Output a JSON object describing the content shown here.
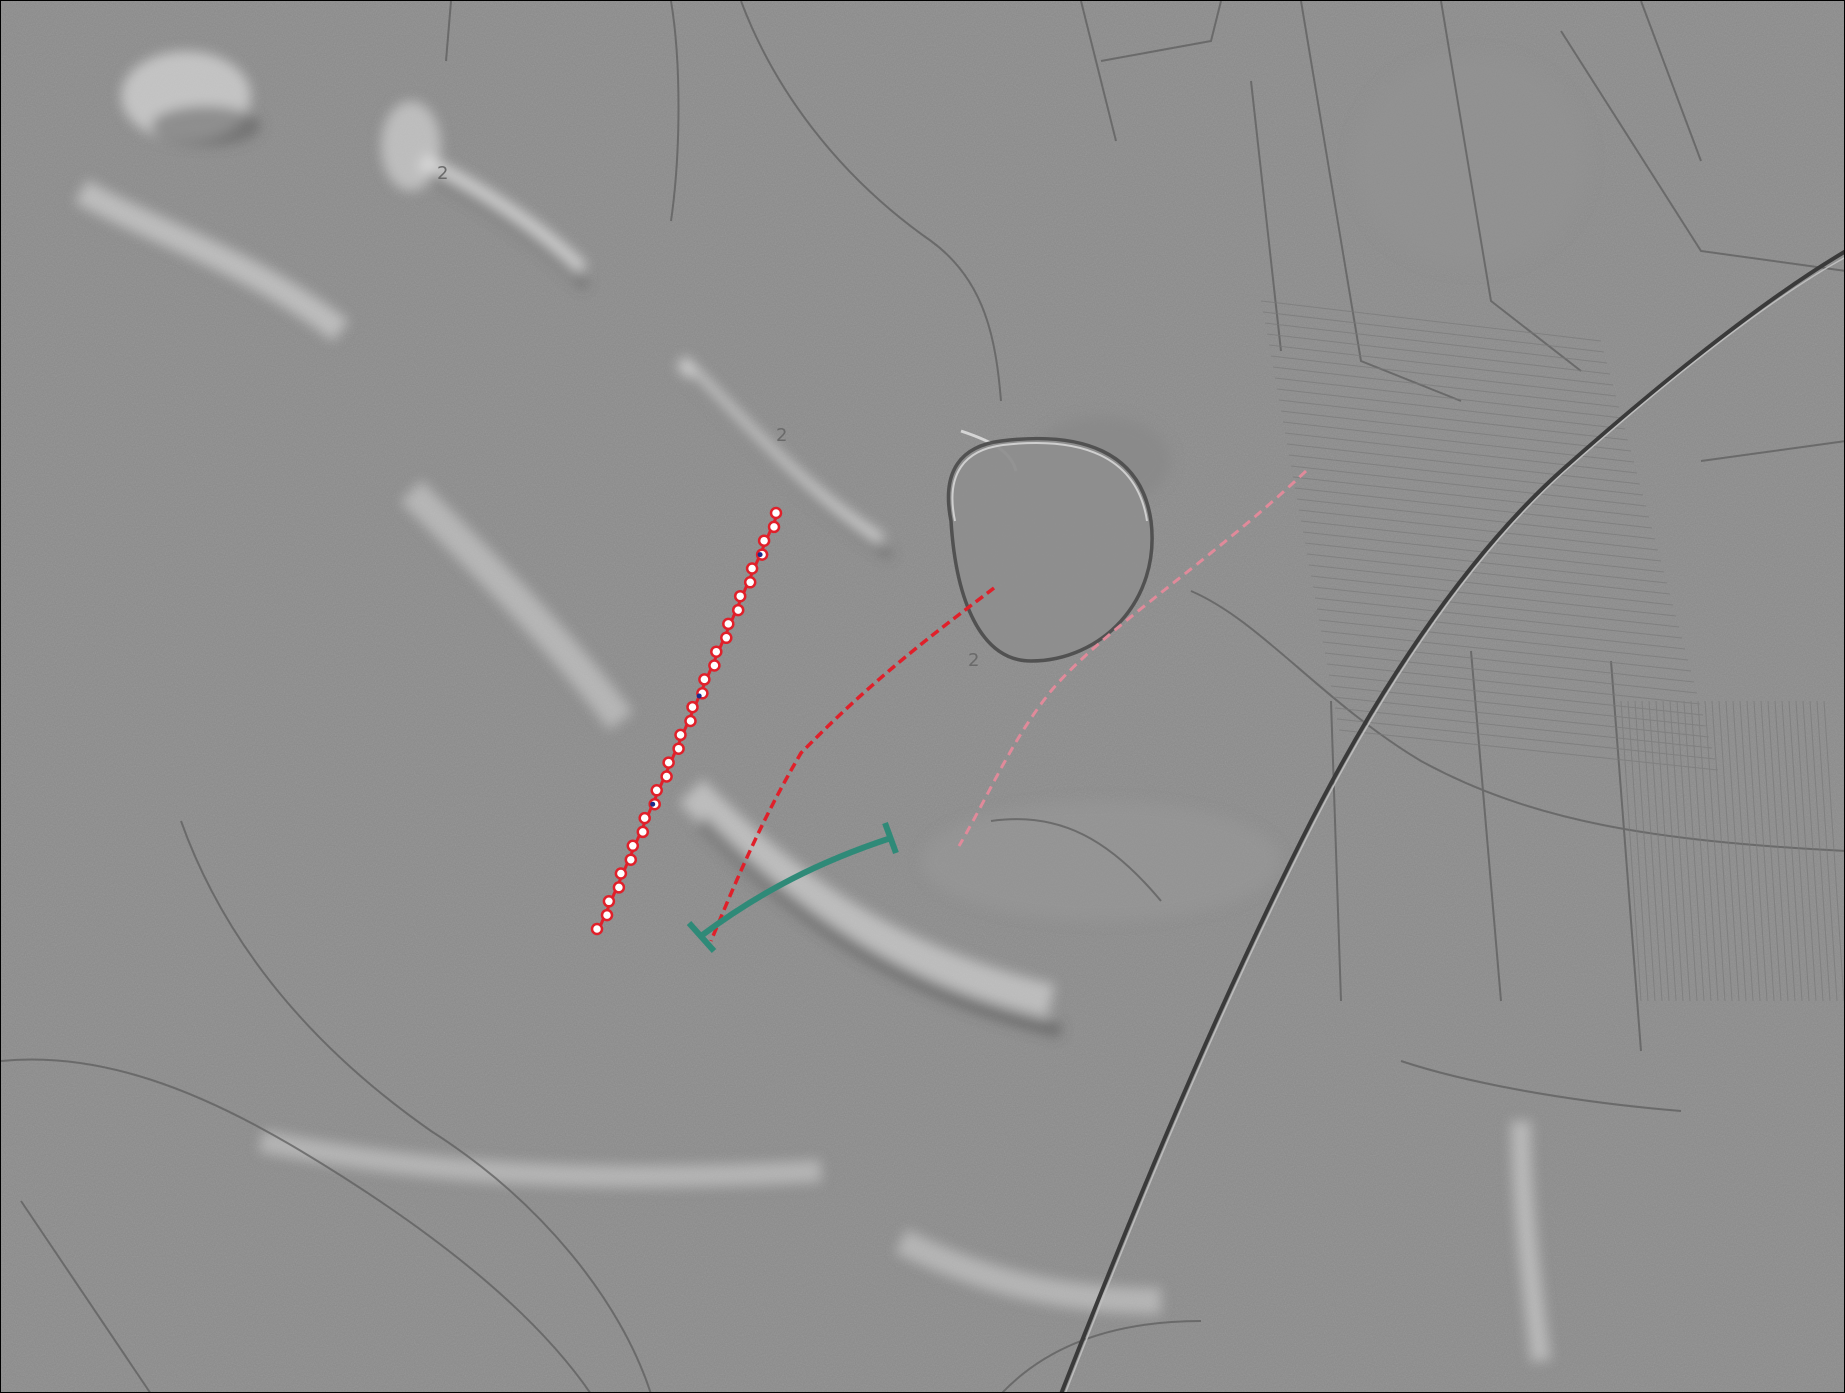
{
  "map": {
    "type": "lidar-hillshade",
    "background_color": "#8c8c8c",
    "labels": [
      {
        "text": "2",
        "key": "l1"
      },
      {
        "text": "2",
        "key": "l2"
      },
      {
        "text": "2",
        "key": "l3"
      }
    ],
    "layers": {
      "circle_line": {
        "stroke": "#e0202a",
        "marker_fill": "#ffffff",
        "marker_stroke": "#e0202a",
        "accent_marker": "#1a2a8a"
      },
      "dashed_red": {
        "stroke": "#e0202a"
      },
      "dashed_pink": {
        "stroke": "#e08a9a"
      },
      "green_arc": {
        "stroke": "#2f8a78"
      },
      "railway": {
        "stroke": "#3a3a3a"
      }
    }
  }
}
